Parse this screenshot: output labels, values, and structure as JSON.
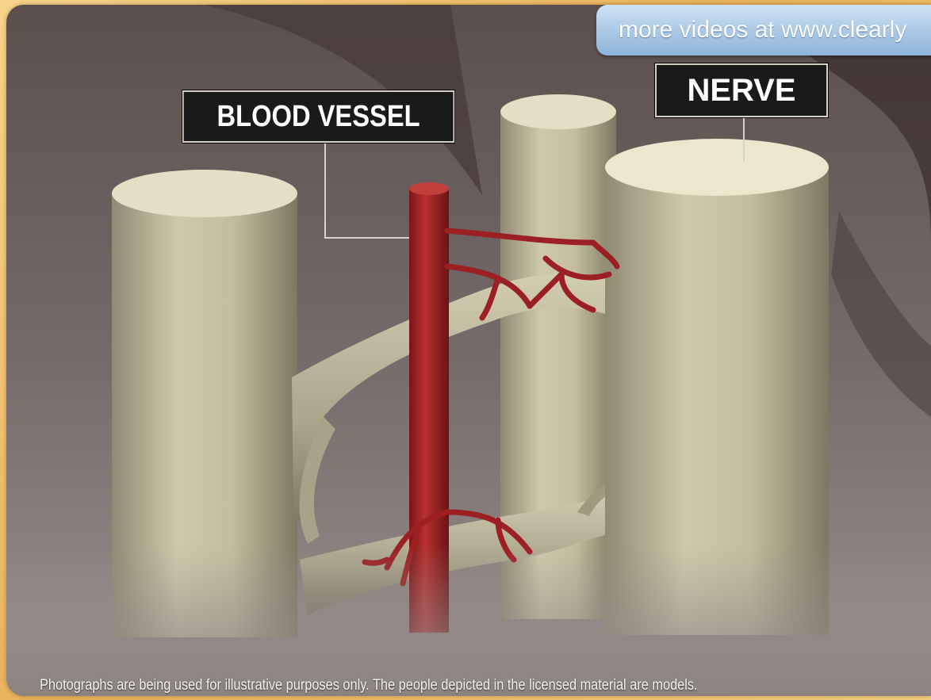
{
  "banner": {
    "text": "more videos at www.clearly"
  },
  "labels": {
    "blood_vessel": "BLOOD VESSEL",
    "nerve": "NERVE"
  },
  "footer": {
    "disclaimer": "Photographs are being used for illustrative purposes only. The people depicted in the licensed material are models."
  },
  "colors": {
    "frame": "#f4c875",
    "nerve": "#c9c4a6",
    "vessel": "#a8262a",
    "banner": "#a9c7e6",
    "label_bg": "#1a1a1a"
  }
}
